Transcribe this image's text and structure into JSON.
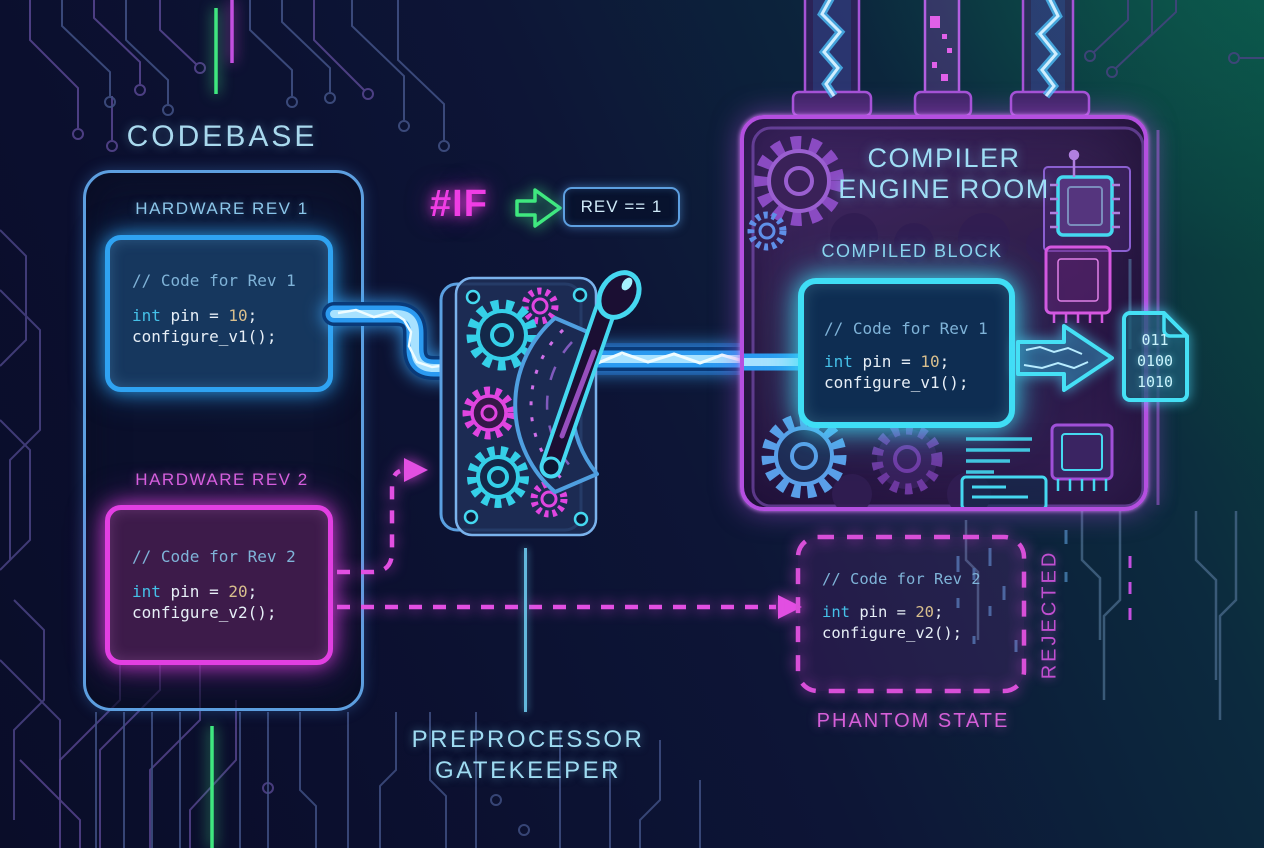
{
  "palette": {
    "neon_blue": "#2fa3f2",
    "neon_cyan": "#3fdef5",
    "neon_magenta": "#e23fe2",
    "neon_green": "#3fe87f",
    "room_purple": "#b44fe0",
    "text_cyan": "#9fdcf2",
    "code_keyword": "#45c0e8",
    "code_number": "#d9bf8d",
    "code_comment": "#7fb3d8",
    "code_plain": "#e6eef6"
  },
  "icons": {
    "macro_arrow": "arrow-right-outline-icon",
    "output_arrow": "arrow-right-icon",
    "binary_file": "binary-file-icon",
    "gatekeeper_switch": "lever-switch-icon",
    "gears": "gear-icon",
    "monitor": "terminal-icon",
    "chips": "chip-icon"
  },
  "codebase": {
    "title": "CODEBASE",
    "rev1": {
      "label": "HARDWARE REV 1",
      "code": {
        "comment": "// Code for Rev 1",
        "keyword": "int",
        "mid": " pin = ",
        "number": "10",
        "semicolon": ";",
        "call": "configure_v1();"
      }
    },
    "rev2": {
      "label": "HARDWARE REV 2",
      "code": {
        "comment": "// Code for Rev 2",
        "keyword": "int",
        "mid": " pin = ",
        "number": "20",
        "semicolon": ";",
        "call": "configure_v2();"
      }
    }
  },
  "directive": {
    "macro": "#IF",
    "condition": "REV == 1"
  },
  "gatekeeper": {
    "line1": "PREPROCESSOR",
    "line2": "GATEKEEPER"
  },
  "compiler": {
    "title_line1": "COMPILER",
    "title_line2": "ENGINE ROOM",
    "block_label": "COMPILED BLOCK",
    "code": {
      "comment": "// Code for Rev 1",
      "keyword": "int",
      "mid": " pin = ",
      "number": "10",
      "semicolon": ";",
      "call": "configure_v1();"
    }
  },
  "output_file": {
    "lines": [
      "011",
      "0100",
      "1010"
    ]
  },
  "phantom": {
    "label": "PHANTOM STATE",
    "rejected": "REJECTED",
    "code": {
      "comment": "// Code for Rev 2",
      "keyword": "int",
      "mid": " pin = ",
      "number": "20",
      "semicolon": ";",
      "call": "configure_v2();"
    }
  }
}
